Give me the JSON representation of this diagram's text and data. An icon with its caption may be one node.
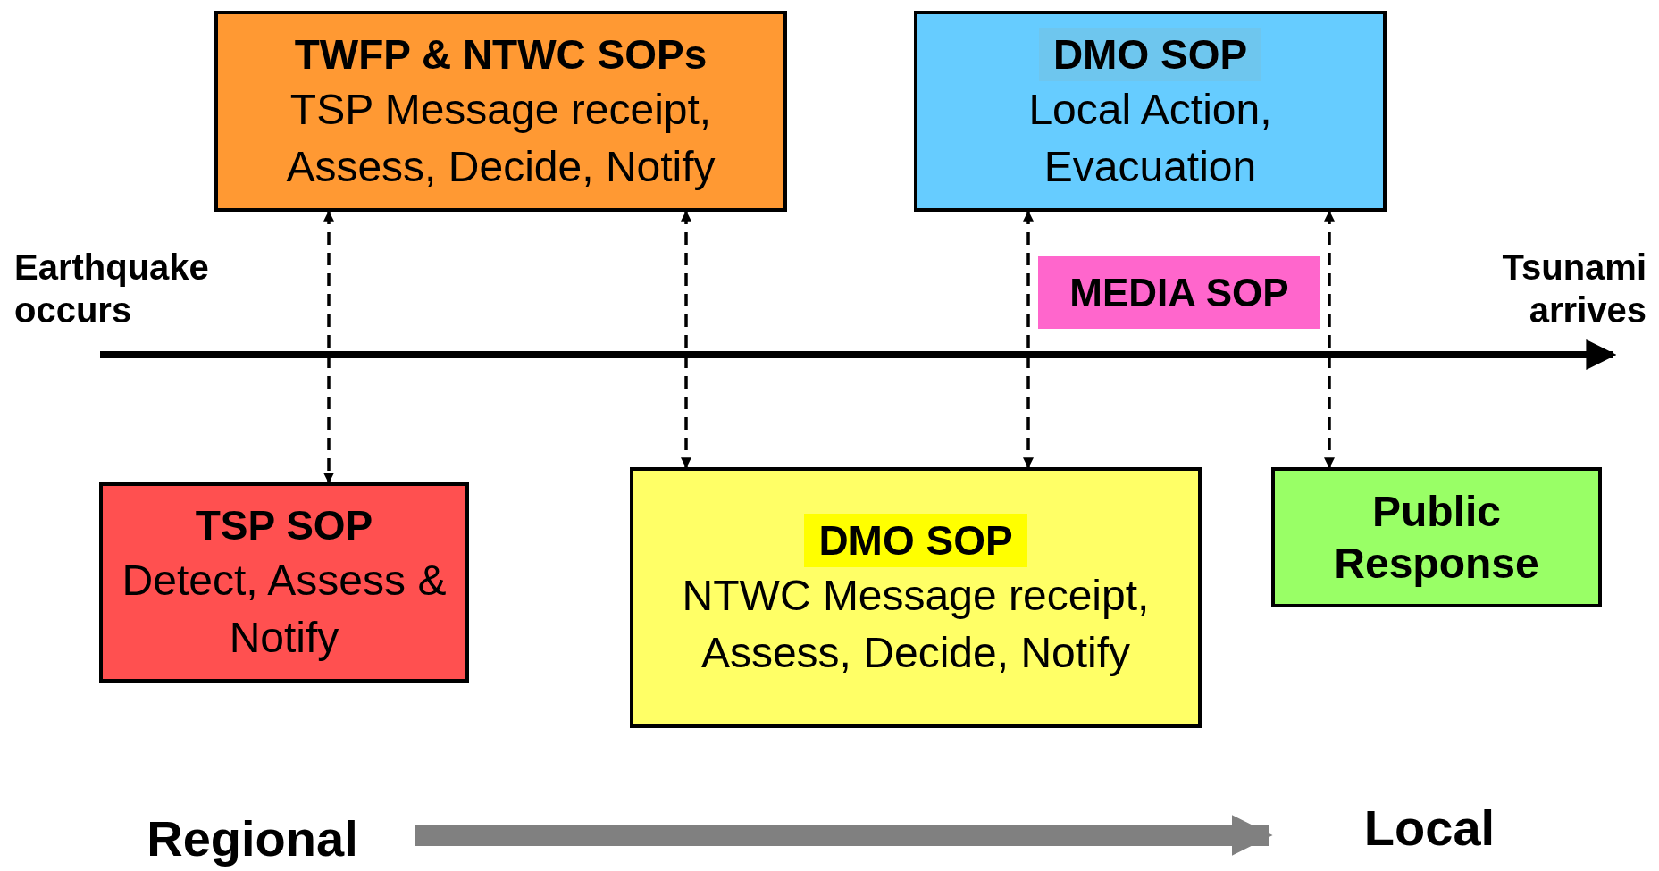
{
  "diagram": {
    "nodes": [
      {
        "text": [
          "TWFP & NTWC SOPs",
          "TSP Message receipt, Assess, Decide, Notify"
        ]
      },
      {
        "text": [
          "DMO SOP",
          "Local Action, Evacuation"
        ]
      },
      {
        "text": [
          "Earthquake occurs"
        ]
      },
      {
        "text": [
          "MEDIA SOP"
        ]
      },
      {
        "text": [
          "Tsunami arrives"
        ]
      },
      {
        "text": [
          "TSP SOP",
          "Detect, Assess & Notify"
        ]
      },
      {
        "text": [
          "DMO SOP",
          "NTWC Message receipt, Assess, Decide, Notify"
        ]
      },
      {
        "text": [
          "Public Response"
        ]
      },
      {
        "text": [
          "Regional"
        ]
      },
      {
        "text": [
          "Local"
        ]
      }
    ],
    "edges": [
      {
        "from": 0,
        "to": 5,
        "arrow": "both",
        "style": "dashed"
      },
      {
        "from": 0,
        "to": 6,
        "arrow": "both",
        "style": "dashed"
      },
      {
        "from": 1,
        "to": 6,
        "arrow": "both",
        "style": "dashed"
      },
      {
        "from": 1,
        "to": 7,
        "arrow": "both",
        "style": "dashed"
      },
      {
        "from": 2,
        "to": 4,
        "arrow": "to",
        "style": "thick"
      },
      {
        "from": 8,
        "to": 9,
        "arrow": "to",
        "style": "thick",
        "color": "#808080"
      }
    ]
  }
}
